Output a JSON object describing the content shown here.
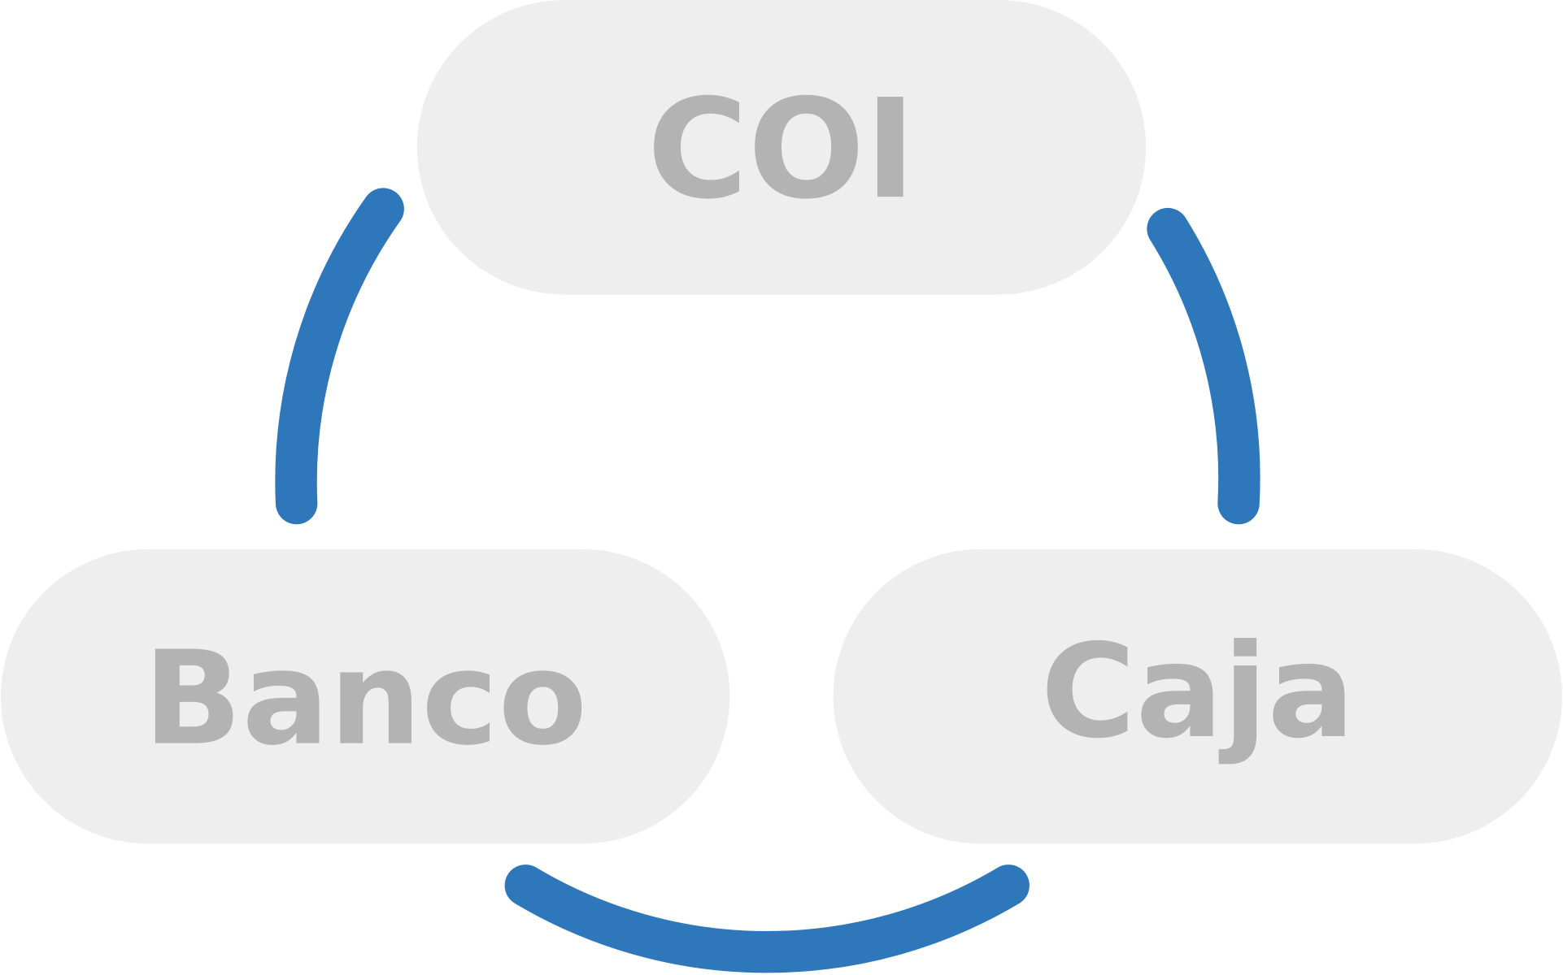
{
  "nodes": {
    "coi": {
      "label": "COI"
    },
    "banco": {
      "label": "Banco"
    },
    "caja": {
      "label": "Caja"
    }
  },
  "colors": {
    "node_fill": "#eeeeee",
    "node_text": "#b3b3b3",
    "connector": "#2e77bb"
  }
}
